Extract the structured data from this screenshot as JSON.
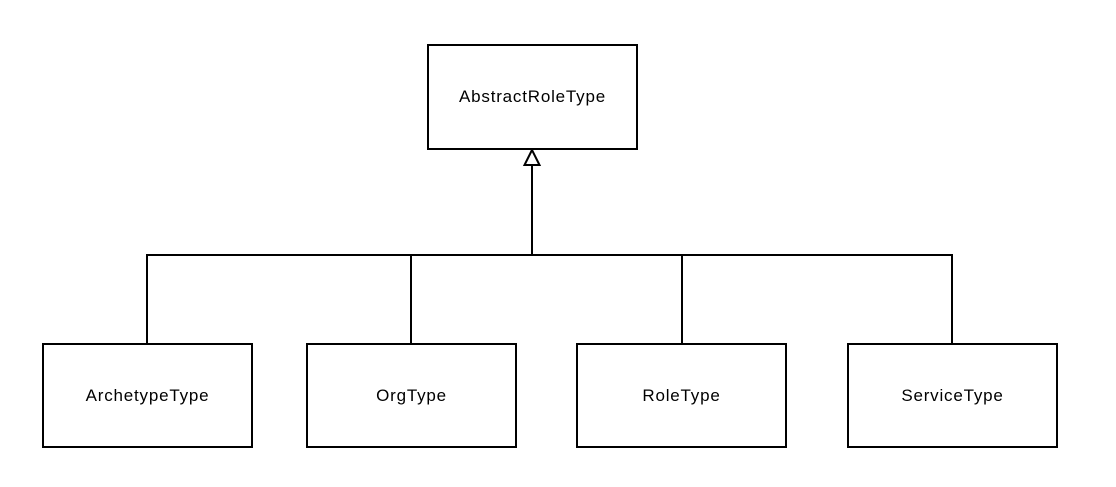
{
  "diagram": {
    "relationship": "generalization",
    "parent": {
      "label": "AbstractRoleType"
    },
    "children": [
      {
        "label": "ArchetypeType"
      },
      {
        "label": "OrgType"
      },
      {
        "label": "RoleType"
      },
      {
        "label": "ServiceType"
      }
    ],
    "colors": {
      "stroke": "#000000",
      "node_fill": "#ffffff",
      "text": "#000000",
      "background": "#ffffff"
    }
  }
}
